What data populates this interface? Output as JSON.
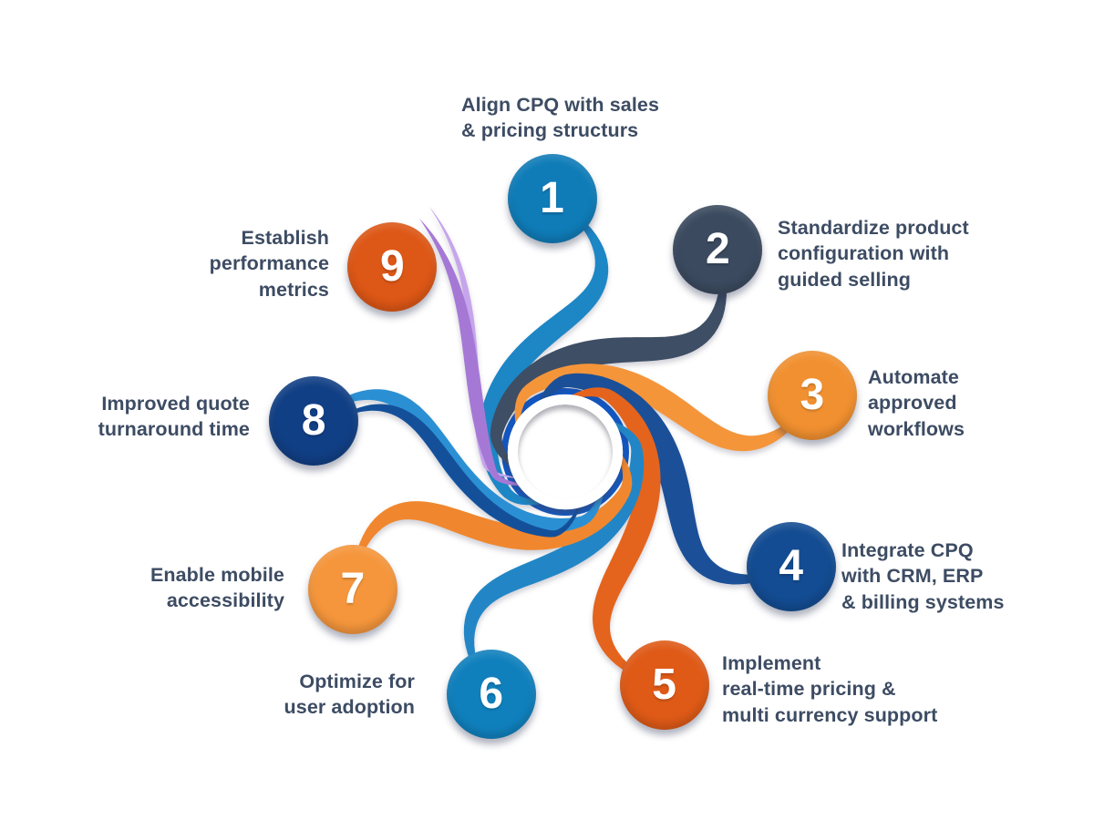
{
  "diagram": {
    "text_color": "#3d4c63",
    "center": {
      "ring_outer_color": "#1159c6",
      "ring_inner_color": "#c5d8ec",
      "accent_arc_color": "#cfe0f3",
      "fill": "#ffffff"
    },
    "items": [
      {
        "number": "1",
        "label": "Align CPQ with sales\n& pricing structurs",
        "circle_color": "#0f7cb8",
        "swirl_color": "#1d86c5"
      },
      {
        "number": "2",
        "label": "Standardize product\nconfiguration with\nguided selling",
        "circle_color": "#3b4a5f",
        "swirl_color": "#3e4e64"
      },
      {
        "number": "3",
        "label": "Automate\napproved\nworkflows",
        "circle_color": "#f19030",
        "swirl_color": "#f5953a"
      },
      {
        "number": "4",
        "label": "Integrate CPQ\nwith CRM, ERP\n& billing systems",
        "circle_color": "#134c92",
        "swirl_color": "#1b5098"
      },
      {
        "number": "5",
        "label": "Implement\nreal-time pricing &\nmulti currency support",
        "circle_color": "#df5a17",
        "swirl_color": "#e4641d"
      },
      {
        "number": "6",
        "label": "Optimize for\nuser adoption",
        "circle_color": "#1080bd",
        "swirl_color": "#2286c6"
      },
      {
        "number": "7",
        "label": "Enable mobile\naccessibility",
        "circle_color": "#f5963c",
        "swirl_color": "#f0872e"
      },
      {
        "number": "8",
        "label": "Improved quote\nturnaround time",
        "circle_color": "#113f85",
        "swirl_color": "#2b90d3",
        "swirl_color_secondary": "#14509a"
      },
      {
        "number": "9",
        "label": "Establish\nperformance\nmetrics",
        "circle_color": "#dd5716",
        "swirl_color": "#a678d6",
        "swirl_color_secondary": "#c6a5ec"
      }
    ]
  }
}
